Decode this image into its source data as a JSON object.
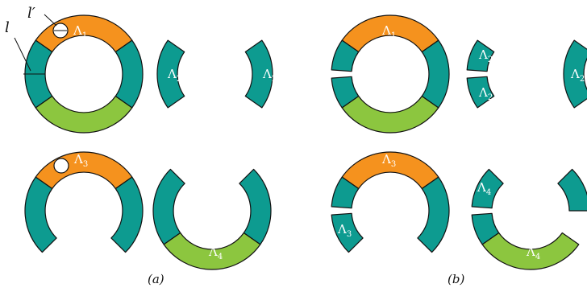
{
  "colors": {
    "teal": "#0d9b90",
    "orange": "#f5921e",
    "green": "#8cc63f",
    "outline": "#111111",
    "background": "#ffffff"
  },
  "annotations": {
    "l": "l",
    "l_prime": "l′"
  },
  "captions": {
    "a": "(a)",
    "b": "(b)"
  },
  "labels": {
    "base": "Λ",
    "s1": "1",
    "s2": "2",
    "s3": "3",
    "s4": "4"
  }
}
